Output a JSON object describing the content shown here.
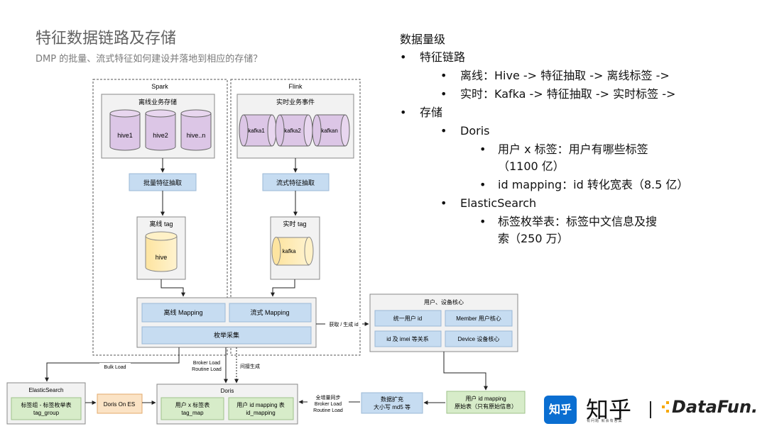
{
  "header": {
    "title": "特征数据链路及存储",
    "subtitle": "DMP 的批量、流式特征如何建设并落地到相应的存储？"
  },
  "diagram": {
    "spark": {
      "label": "Spark",
      "store_title": "离线业务存储",
      "cylinders": [
        "hive1",
        "hive2",
        "hive..n"
      ],
      "extract": "批量特征抽取",
      "tag_title": "离线 tag",
      "tag_store": "hive"
    },
    "flink": {
      "label": "Flink",
      "store_title": "实时业务事件",
      "cylinders": [
        "kafka1",
        "kafka2",
        "kafkan"
      ],
      "extract": "流式特征抽取",
      "tag_title": "实时 tag",
      "tag_store": "kafka"
    },
    "mapping": {
      "offline": "离线 Mapping",
      "stream": "流式 Mapping",
      "enum": "枚举采集"
    },
    "user_core": {
      "title": "用户、设备核心",
      "items": [
        "统一用户 id",
        "Member 用户核心",
        "id 及 imei 等关系",
        "Device 设备核心"
      ]
    },
    "es": {
      "title": "ElasticSearch",
      "item_line1": "标签组 - 标签枚举表",
      "item_line2": "tag_group"
    },
    "doris_on_es": "Doris On ES",
    "doris": {
      "title": "Doris",
      "left_line1": "用户 x 标签表",
      "left_line2": "tag_map",
      "right_line1": "用户 id mapping 表",
      "right_line2": "id_mapping"
    },
    "expand": {
      "line1": "数据扩充",
      "line2": "大小写 md5 等"
    },
    "id_raw": {
      "line1": "用户 id mapping",
      "line2": "原始表（只有原始信息）"
    },
    "edges": {
      "fetch": "获取 / 生成 id",
      "bulk_load": "Bulk Load",
      "broker_load_1": "Broker Load",
      "routine_load_1": "Routine Load",
      "indirect": "间接生成",
      "full_sync": "全增量同步",
      "broker_load_2": "Broker Load",
      "routine_load_2": "Routine Load"
    }
  },
  "notes": {
    "heading": "数据量级",
    "feature_chain": "特征链路",
    "offline": "离线：Hive -> 特征抽取 -> 离线标签 ->",
    "realtime": "实时：Kafka -> 特征抽取 -> 实时标签 ->",
    "storage": "存储",
    "doris": "Doris",
    "user_tag_1": "用户 x 标签：用户有哪些标签",
    "user_tag_2": "（1100 亿）",
    "id_mapping": "id mapping：id 转化宽表（8.5 亿）",
    "es": "ElasticSearch",
    "tag_enum_1": "标签枚举表：标签中文信息及搜",
    "tag_enum_2": "索（250 万）"
  },
  "brand": {
    "zhihu_badge": "知乎",
    "zhihu_word": "知乎",
    "zhihu_tag": "有问题 就会有答案",
    "datafun": "DataFun."
  }
}
